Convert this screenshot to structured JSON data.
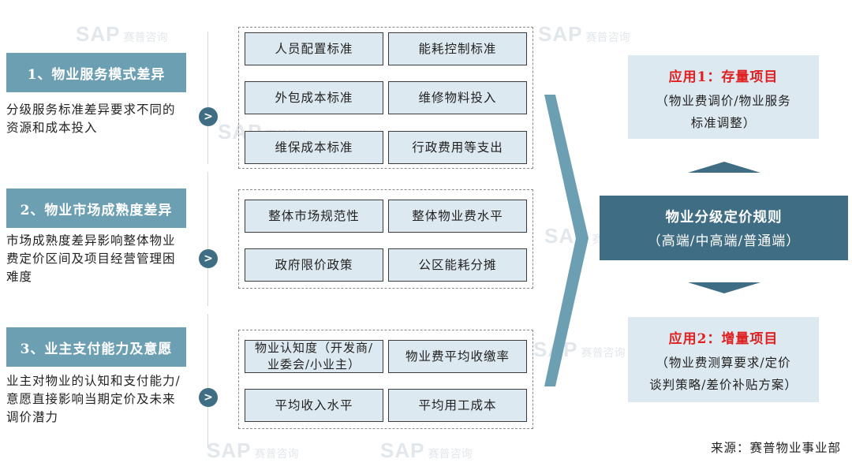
{
  "watermark": {
    "brand": "SAP",
    "cn": "赛普咨询"
  },
  "dimensions": [
    {
      "title": "1、物业服务模式差异",
      "description": "分级服务标准差异要求不同的资源和成本投入",
      "factors": [
        "人员配置标准",
        "能耗控制标准",
        "外包成本标准",
        "维修物料投入",
        "维保成本标准",
        "行政费用等支出"
      ]
    },
    {
      "title": "2、物业市场成熟度差异",
      "description": "市场成熟度差异影响整体物业费定价区间及项目经营管理困难度",
      "factors": [
        "整体市场规范性",
        "整体物业费水平",
        "政府限价政策",
        "公区能耗分摊"
      ]
    },
    {
      "title": "3、业主支付能力及意愿",
      "description": "业主对物业的认知和支付能力/意愿直接影响当期定价及未来调价潜力",
      "factors": [
        "物业认知度（开发商/业委会/小业主）",
        "物业费平均收缴率",
        "平均收入水平",
        "平均用工成本"
      ]
    }
  ],
  "arrow_glyph": ">",
  "center": {
    "title": "物业分级定价规则",
    "subtitle": "（高端/中高端/普通端）"
  },
  "applications": [
    {
      "title": "应用1：存量项目",
      "desc_line1": "（物业费调价/物业服务",
      "desc_line2": "标准调整）"
    },
    {
      "title": "应用2：增量项目",
      "desc_line1": "（物业费测算要求/定价",
      "desc_line2": "谈判策略/差价补贴方案）"
    }
  ],
  "source": "来源：赛普物业事业部",
  "colors": {
    "accent_dark": "#3f6d83",
    "accent_mid": "#6d9fb3",
    "cell_fill": "#dde9f0",
    "app_title": "#e02020"
  }
}
